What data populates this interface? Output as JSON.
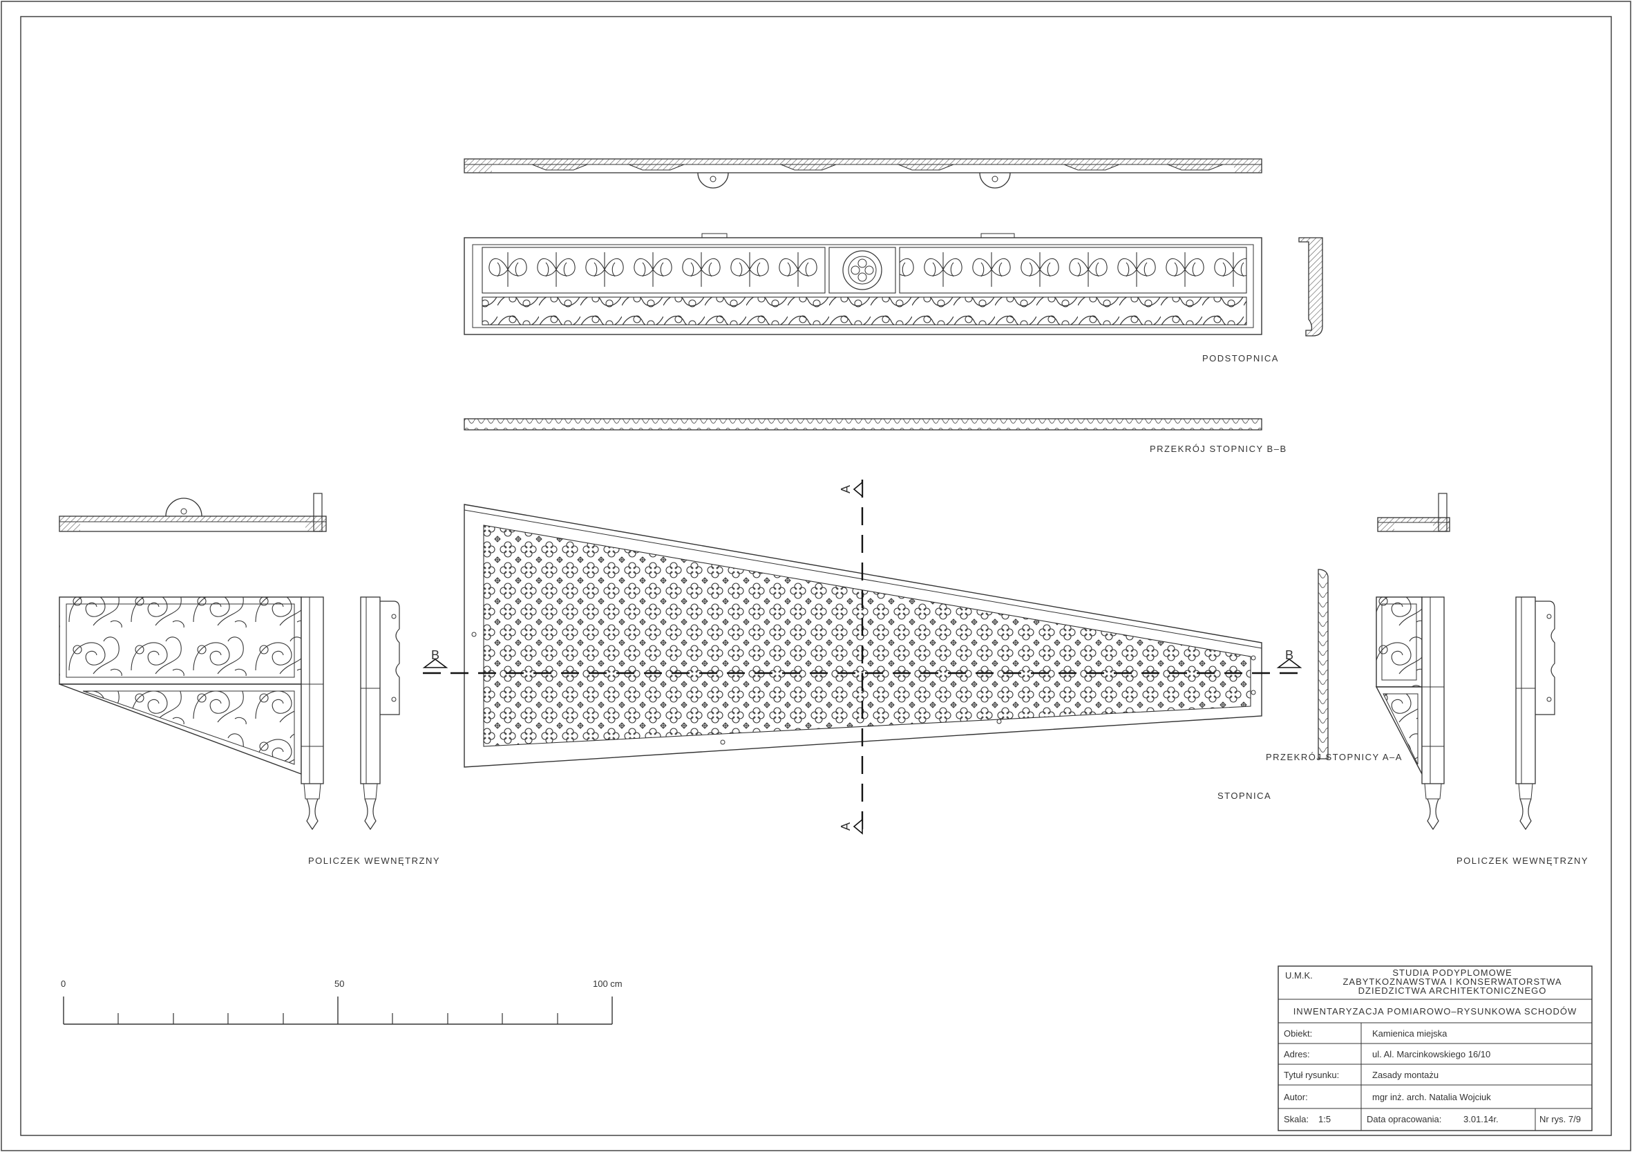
{
  "labels": {
    "podstopnica": "PODSTOPNICA",
    "przekroj_bb": "PRZEKRÓJ STOPNICY  B–B",
    "przekroj_aa": "PRZEKRÓJ STOPNICY  A–A",
    "stopnica": "STOPNICA",
    "policzek_left": "POLICZEK WEWNĘTRZNY",
    "policzek_right": "POLICZEK WEWNĘTRZNY",
    "cut_a": "A",
    "cut_b": "B"
  },
  "scale_bar": {
    "tick_0": "0",
    "tick_50": "50",
    "tick_100": "100 cm"
  },
  "title_block": {
    "org": "U.M.K.",
    "header_line1": "STUDIA PODYPLOMOWE",
    "header_line2": "ZABYTKOZNAWSTWA I KONSERWATORSTWA",
    "header_line3": "DZIEDZICTWA ARCHITEKTONICZNEGO",
    "project": "INWENTARYZACJA POMIAROWO–RYSUNKOWA SCHODÓW",
    "rows": [
      {
        "label": "Obiekt:",
        "value": "Kamienica miejska"
      },
      {
        "label": "Adres:",
        "value": "ul. Al. Marcinkowskiego 16/10"
      },
      {
        "label": "Tytuł rysunku:",
        "value": "Zasady montażu"
      },
      {
        "label": "Autor:",
        "value": "mgr inż. arch. Natalia Wojciuk"
      }
    ],
    "scale_label": "Skala:",
    "scale_value": "1:5",
    "date_label": "Data opracowania:",
    "date_value": "3.01.14r.",
    "sheet_no": "Nr rys. 7/9"
  }
}
